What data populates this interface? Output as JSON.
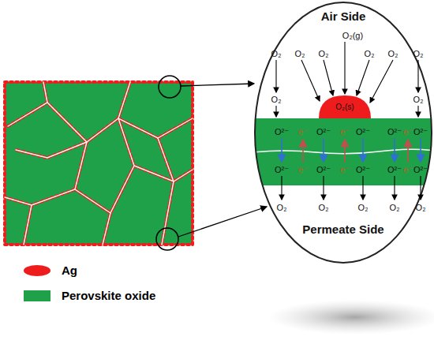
{
  "diagram": {
    "labels": [
      "Air Side",
      "O₂(g)",
      "O₂",
      "O₂",
      "O₂",
      "O₂",
      "O₂",
      "O₂",
      "O₂(s)",
      "O₂",
      "O₂",
      "O²⁻",
      "O²⁻",
      "O²⁻",
      "O²⁻",
      "O²⁻",
      "e⁻",
      "e⁻",
      "e⁻",
      "O²⁻",
      "O²⁻",
      "O²⁻",
      "O²⁻",
      "O²⁻",
      "e⁻",
      "e⁻",
      "e⁻",
      "O₂",
      "O₂",
      "O₂",
      "O₂",
      "O₂",
      "Permeate Side"
    ],
    "legend": [
      {
        "text": "Ag",
        "color": "#ee1c1c"
      },
      {
        "text": "Perovskite oxide",
        "color": "#1fa14a"
      }
    ]
  }
}
